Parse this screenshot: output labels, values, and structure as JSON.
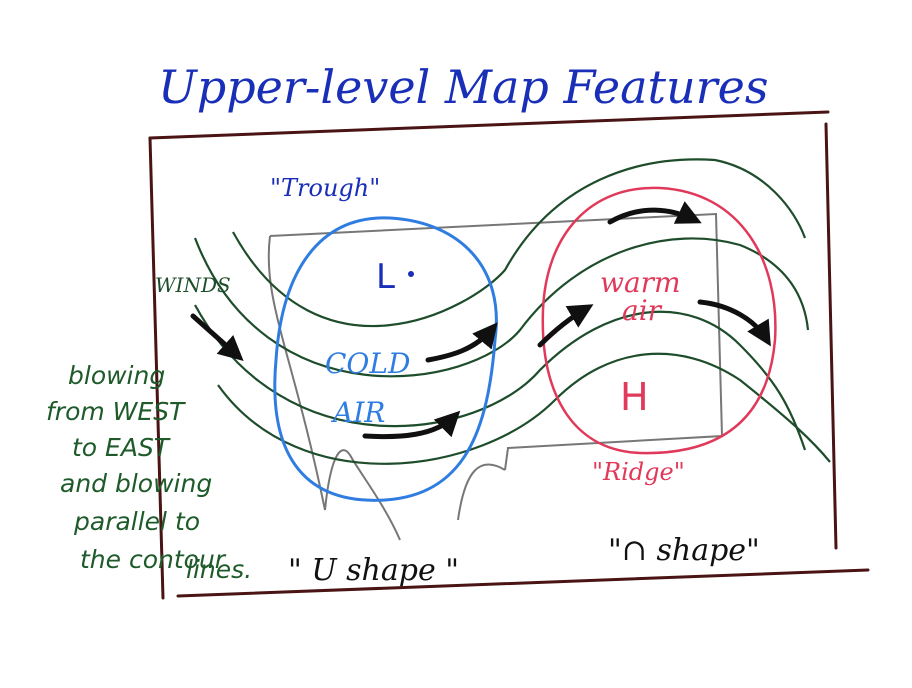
{
  "title": "Upper-level Map Features",
  "trough_label": "\"Trough\"",
  "ridge_label": "\"Ridge\"",
  "winds_label": "WINDS",
  "low_symbol": "L",
  "high_symbol": "H",
  "cold_air": [
    "COLD",
    "AIR"
  ],
  "warm_air": [
    "warm",
    "air"
  ],
  "u_shape": "\" U shape \"",
  "n_shape": "\"∩ shape\"",
  "winds_note": [
    "blowing",
    "from WEST",
    "to EAST",
    "and blowing",
    "parallel to",
    "the contour",
    "lines."
  ],
  "colors": {
    "title": "#1a2fb8",
    "frame": "#4a1414",
    "contours": "#1e4d2b",
    "trough": "#2f7de0",
    "ridge": "#e0395a",
    "pencil": "#777777",
    "arrows": "#101010",
    "note": "#1e5a2a"
  }
}
